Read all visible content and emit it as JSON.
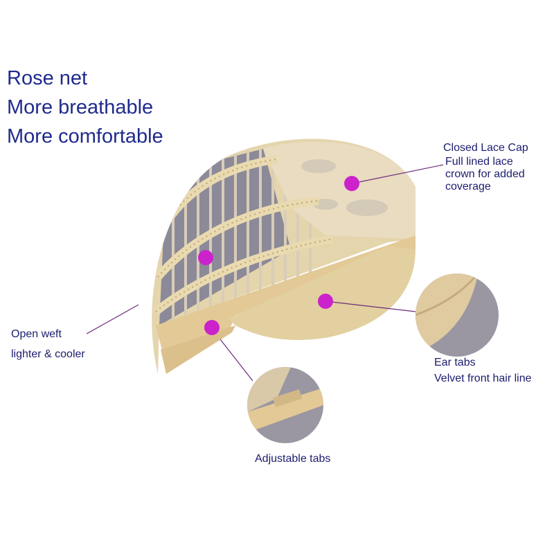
{
  "headline": [
    "Rose net",
    "More breathable",
    "More comfortable"
  ],
  "callouts": {
    "lace_cap": {
      "title": "Closed Lace Cap",
      "lines": [
        "Full lined lace",
        "crown for added",
        "coverage"
      ]
    },
    "open_weft": {
      "lines": [
        "Open weft",
        "lighter & cooler"
      ]
    },
    "ear_tabs": {
      "lines": [
        "Ear tabs",
        "Velvet front hair line"
      ]
    },
    "adjustable": {
      "lines": [
        "Adjustable tabs"
      ]
    }
  },
  "colors": {
    "text": "#1f2a8c",
    "dot": "#cc22cc",
    "line": "#6a2a7a",
    "cap": "#e8d6a8",
    "weft": "#8a8796"
  }
}
